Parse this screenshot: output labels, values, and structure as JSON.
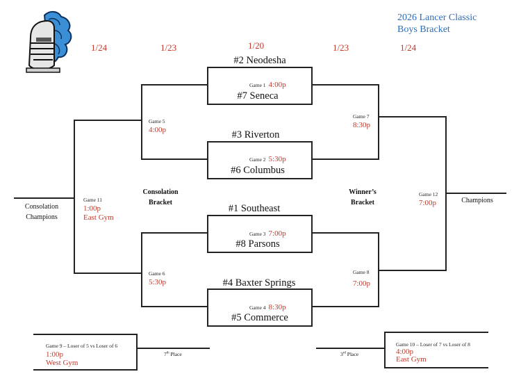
{
  "title": {
    "line1": "2026 Lancer Classic",
    "line2": "Boys Bracket"
  },
  "colors": {
    "title": "#2f6db5",
    "time": "#c0392b",
    "line": "#222222",
    "logo_blue": "#3a8fd6"
  },
  "logo": {
    "icon": "knight-helmet-icon"
  },
  "dates": [
    "1/24",
    "1/23",
    "1/20",
    "1/23",
    "1/24"
  ],
  "teams": {
    "t1": "#2 Neodesha",
    "t2": "#7 Seneca",
    "t3": "#3 Riverton",
    "t4": "#6 Columbus",
    "t5": "#1 Southeast",
    "t6": "#8 Parsons",
    "t7": "#4 Baxter Springs",
    "t8": "#5 Commerce"
  },
  "games": {
    "g1": {
      "label": "Game 1",
      "time": "4:00p"
    },
    "g2": {
      "label": "Game 2",
      "time": "5:30p"
    },
    "g3": {
      "label": "Game 3",
      "time": "7:00p"
    },
    "g4": {
      "label": "Game 4",
      "time": "8:30p"
    },
    "g5": {
      "label": "Game 5",
      "time": "4:00p"
    },
    "g6": {
      "label": "Game 6",
      "time": "5:30p"
    },
    "g7": {
      "label": "Game 7",
      "time": "8:30p"
    },
    "g8": {
      "label": "Game 8",
      "time": "7:00p"
    },
    "g11": {
      "label": "Game 11",
      "time": "1:00p",
      "gym": "East Gym"
    },
    "g12": {
      "label": "Game 12",
      "time": "7:00p"
    },
    "g9": {
      "label": "Game 9 – Loser of 5 vs Loser of 6",
      "time": "1:00p",
      "gym": "West Gym"
    },
    "g10": {
      "label": "Game 10 – Loser of 7 vs Loser of 8",
      "time": "4:00p",
      "gym": "East Gym"
    }
  },
  "labels": {
    "consolation_bracket_1": "Consolation",
    "consolation_bracket_2": "Bracket",
    "winners_bracket_1": "Winner’s",
    "winners_bracket_2": "Bracket",
    "consolation_champions_1": "Consolation",
    "consolation_champions_2": "Champions",
    "champions": "Champions",
    "seventh_num": "7",
    "seventh_sup": "th",
    "seventh_word": " Place",
    "third_num": "3",
    "third_sup": "rd",
    "third_word": " Place"
  }
}
